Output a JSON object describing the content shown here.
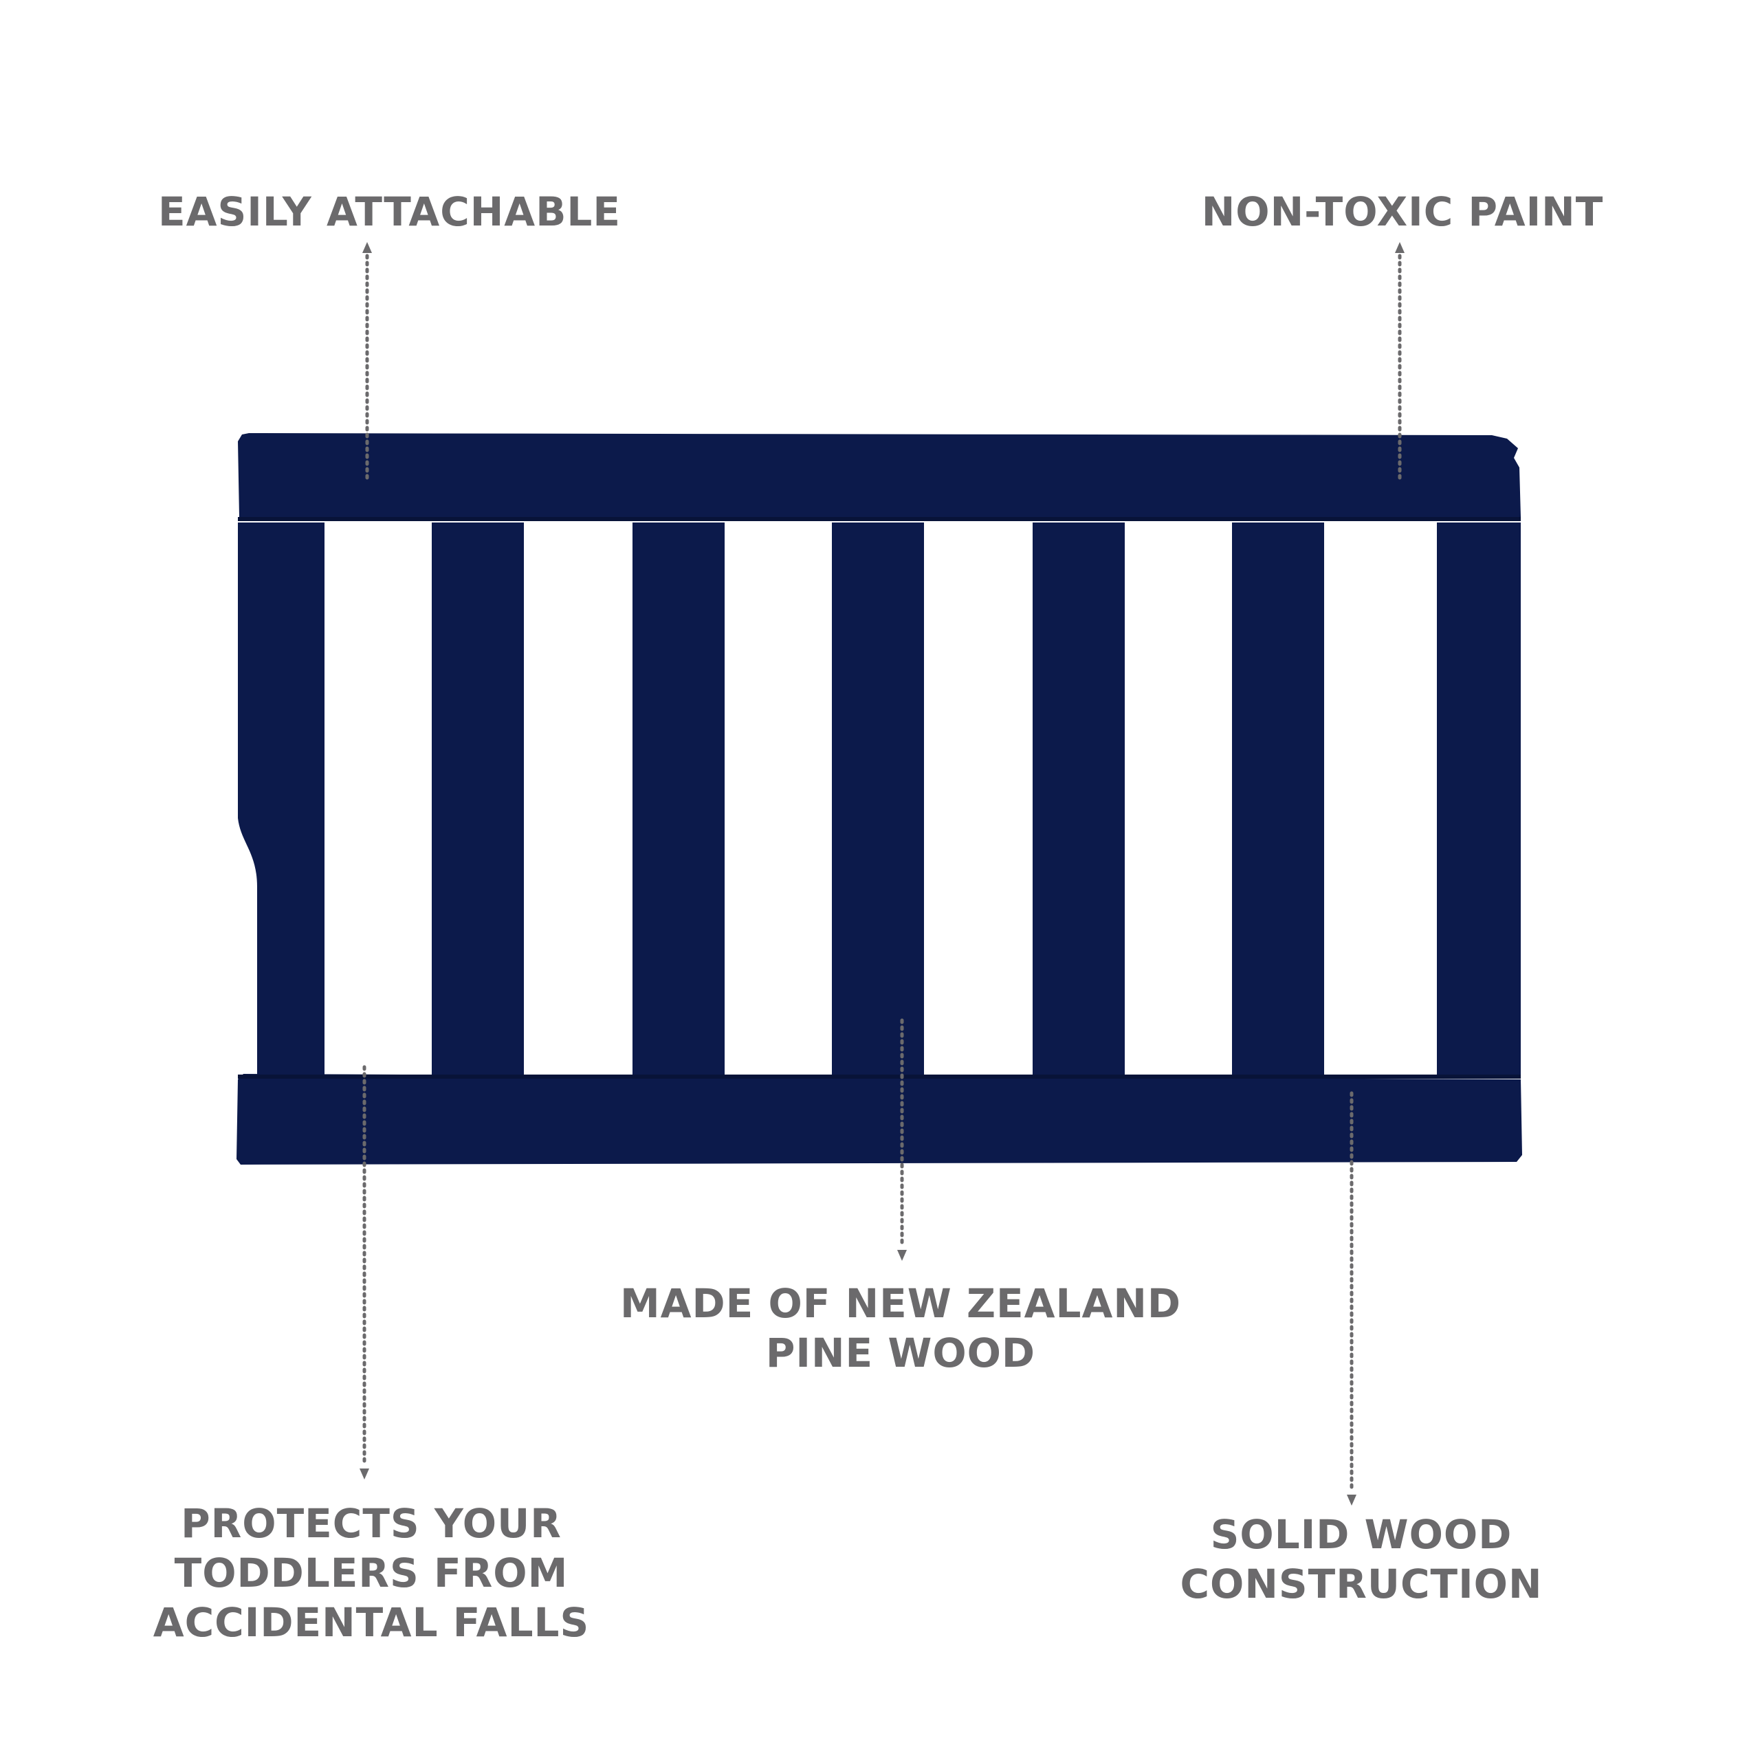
{
  "colors": {
    "rail": "#0c1a4b",
    "rail_shadow": "#081338",
    "label_text": "#6b6a6c",
    "leader": "#6b6a6c",
    "background": "#ffffff"
  },
  "callouts": {
    "easily_attachable": [
      "EASILY ATTACHABLE"
    ],
    "non_toxic": [
      "NON-TOXIC PAINT"
    ],
    "pine_wood": [
      "MADE OF NEW ZEALAND",
      "PINE WOOD"
    ],
    "protects": [
      "PROTECTS YOUR",
      "TODDLERS FROM",
      "ACCIDENTAL FALLS"
    ],
    "solid_wood": [
      "SOLID WOOD",
      "CONSTRUCTION"
    ]
  }
}
